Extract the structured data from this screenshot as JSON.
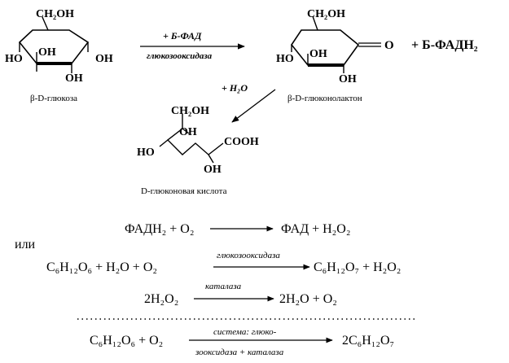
{
  "glucose": {
    "ch2oh": "CH₂OH",
    "ho_left": "HO",
    "oh_inner": "OH",
    "oh_right": "OH",
    "oh_bottom": "OH",
    "name": "β-D-глюкоза"
  },
  "step1": {
    "above": "+ Б-ФАД",
    "below": "глюкозооксидаза"
  },
  "lactone": {
    "ch2oh": "CH₂OH",
    "ho_left": "HO",
    "oh_inner": "OH",
    "o_carbonyl": "O",
    "oh_bottom": "OH",
    "name": "β-D-глюконолактон",
    "coproduct": "+ Б-ФАДH₂"
  },
  "step2": {
    "label": "+ H₂O"
  },
  "acid": {
    "ch2oh": "CH₂OH",
    "oh_top": "OH",
    "ho_left": "HO",
    "cooh": "COOH",
    "oh_bottom": "OH",
    "name": "D-глюконовая кислота"
  },
  "equations": {
    "eq1_left": "ФАДH₂ + O₂",
    "eq1_right": "ФАД + H₂O₂",
    "or": "или",
    "eq2_left": "C₆H₁₂O₆ + H₂O + O₂",
    "eq2_enzyme": "глюкозооксидаза",
    "eq2_right": "C₆H₁₂O₇ + H₂O₂",
    "eq3_left": "2H₂O₂",
    "eq3_enzyme": "каталаза",
    "eq3_right": "2H₂O + O₂",
    "eq4_left": "C₆H₁₂O₆ + O₂",
    "eq4_enzyme_top": "система: глюко-",
    "eq4_enzyme_bottom": "зооксидаза + каталаза",
    "eq4_right": "2C₆H₁₂O₇"
  }
}
